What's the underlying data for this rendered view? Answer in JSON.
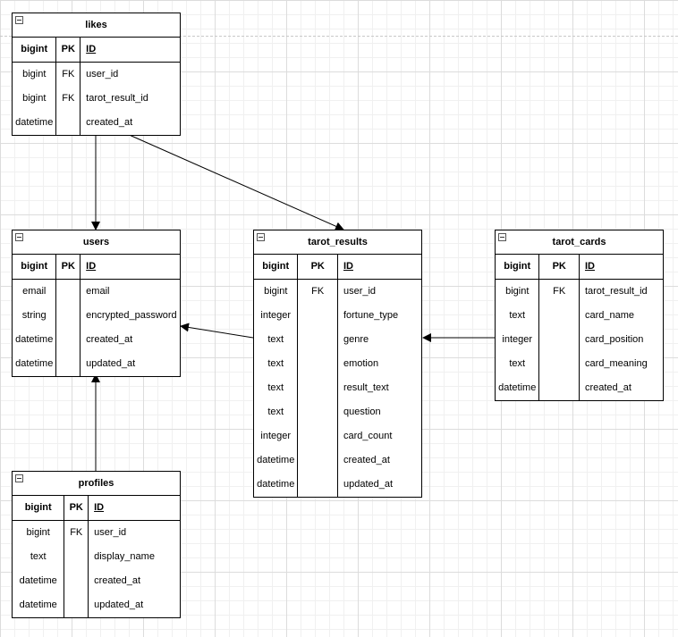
{
  "tables": {
    "likes": {
      "name": "likes",
      "header": [
        "bigint",
        "PK",
        "ID"
      ],
      "rows": [
        [
          "bigint",
          "FK",
          "user_id"
        ],
        [
          "bigint",
          "FK",
          "tarot_result_id"
        ],
        [
          "datetime",
          "",
          "created_at"
        ]
      ]
    },
    "users": {
      "name": "users",
      "header": [
        "bigint",
        "PK",
        "ID"
      ],
      "rows": [
        [
          "email",
          "",
          "email"
        ],
        [
          "string",
          "",
          "encrypted_password"
        ],
        [
          "datetime",
          "",
          "created_at"
        ],
        [
          "datetime",
          "",
          "updated_at"
        ]
      ]
    },
    "tarot_results": {
      "name": "tarot_results",
      "header": [
        "bigint",
        "PK",
        "ID"
      ],
      "rows": [
        [
          "bigint",
          "FK",
          "user_id"
        ],
        [
          "integer",
          "",
          "fortune_type"
        ],
        [
          "text",
          "",
          "genre"
        ],
        [
          "text",
          "",
          "emotion"
        ],
        [
          "text",
          "",
          "result_text"
        ],
        [
          "text",
          "",
          "question"
        ],
        [
          "integer",
          "",
          "card_count"
        ],
        [
          "datetime",
          "",
          "created_at"
        ],
        [
          "datetime",
          "",
          "updated_at"
        ]
      ]
    },
    "tarot_cards": {
      "name": "tarot_cards",
      "header": [
        "bigint",
        "PK",
        "ID"
      ],
      "rows": [
        [
          "bigint",
          "FK",
          "tarot_result_id"
        ],
        [
          "text",
          "",
          "card_name"
        ],
        [
          "integer",
          "",
          "card_position"
        ],
        [
          "text",
          "",
          "card_meaning"
        ],
        [
          "datetime",
          "",
          "created_at"
        ]
      ]
    },
    "profiles": {
      "name": "profiles",
      "header": [
        "bigint",
        "PK",
        "ID"
      ],
      "rows": [
        [
          "bigint",
          "FK",
          "user_id"
        ],
        [
          "text",
          "",
          "display_name"
        ],
        [
          "datetime",
          "",
          "created_at"
        ],
        [
          "datetime",
          "",
          "updated_at"
        ]
      ]
    }
  },
  "relationships": [
    {
      "from": "likes",
      "to": "users"
    },
    {
      "from": "likes",
      "to": "tarot_results"
    },
    {
      "from": "tarot_results",
      "to": "users"
    },
    {
      "from": "tarot_cards",
      "to": "tarot_results"
    },
    {
      "from": "profiles",
      "to": "users"
    }
  ]
}
